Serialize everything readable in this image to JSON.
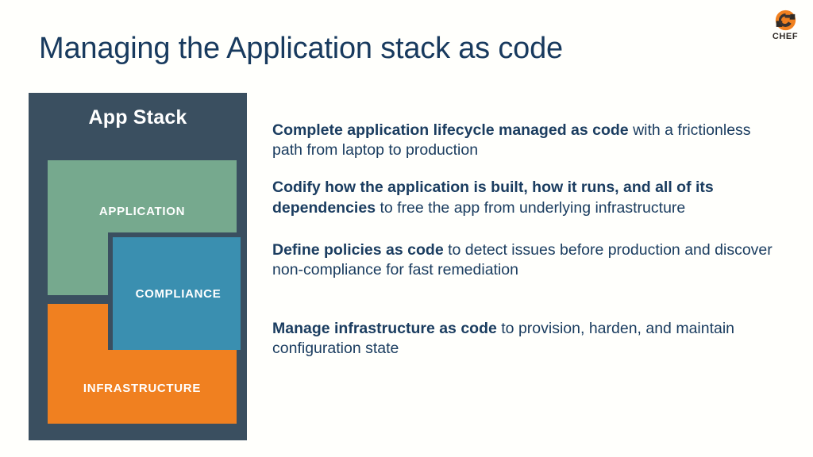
{
  "slide": {
    "title": "Managing the Application stack as code",
    "background_color": "#fffffc",
    "title_color": "#183a5e"
  },
  "logo": {
    "name": "chef-logo",
    "wordmark": "CHEF",
    "icon": "chef-emblem-icon",
    "colors": {
      "orange": "#f08020",
      "dark": "#2f2a26"
    }
  },
  "diagram": {
    "name": "app-stack-diagram",
    "panel_title": "App Stack",
    "panel_color": "#3a4f60",
    "layers": [
      {
        "label": "APPLICATION",
        "color": "#76a98e"
      },
      {
        "label": "COMPLIANCE",
        "color": "#3a8fb0"
      },
      {
        "label": "INFRASTRUCTURE",
        "color": "#f08020"
      }
    ]
  },
  "bullets": [
    {
      "lead": "Complete application lifecycle managed as code",
      "rest": " with a frictionless path from laptop to production"
    },
    {
      "lead": "Codify how the application is built, how it runs, and all of its dependencies",
      "rest": " to free the app from underlying infrastructure"
    },
    {
      "lead": "Define policies as code",
      "rest": " to detect issues before production and discover non-compliance for fast remediation"
    },
    {
      "lead": "Manage infrastructure as code",
      "rest": " to provision, harden, and maintain configuration state"
    }
  ]
}
